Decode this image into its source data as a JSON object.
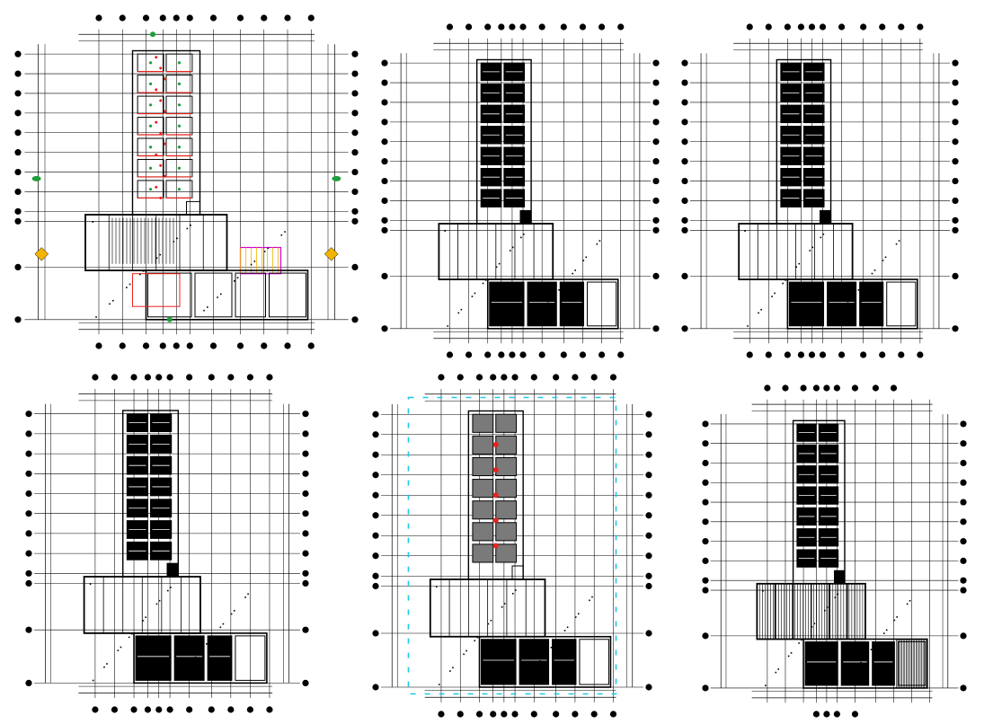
{
  "drawing": {
    "background": "#ffffff",
    "line_color": "#000000",
    "plans": [
      {
        "id": "plan-1",
        "style": "colored",
        "accent_colors": [
          "#e8231c",
          "#1f9e3c",
          "#d400d4",
          "#f2b400",
          "#1e90ff"
        ]
      },
      {
        "id": "plan-2",
        "style": "black-hatched"
      },
      {
        "id": "plan-3",
        "style": "black-hatched"
      },
      {
        "id": "plan-4",
        "style": "black-hatched"
      },
      {
        "id": "plan-5",
        "style": "grey-fill",
        "accent_colors": [
          "#1ec8e6",
          "#e8231c",
          "#7a7a7a"
        ]
      },
      {
        "id": "plan-6",
        "style": "black-hatched-roof"
      }
    ]
  }
}
